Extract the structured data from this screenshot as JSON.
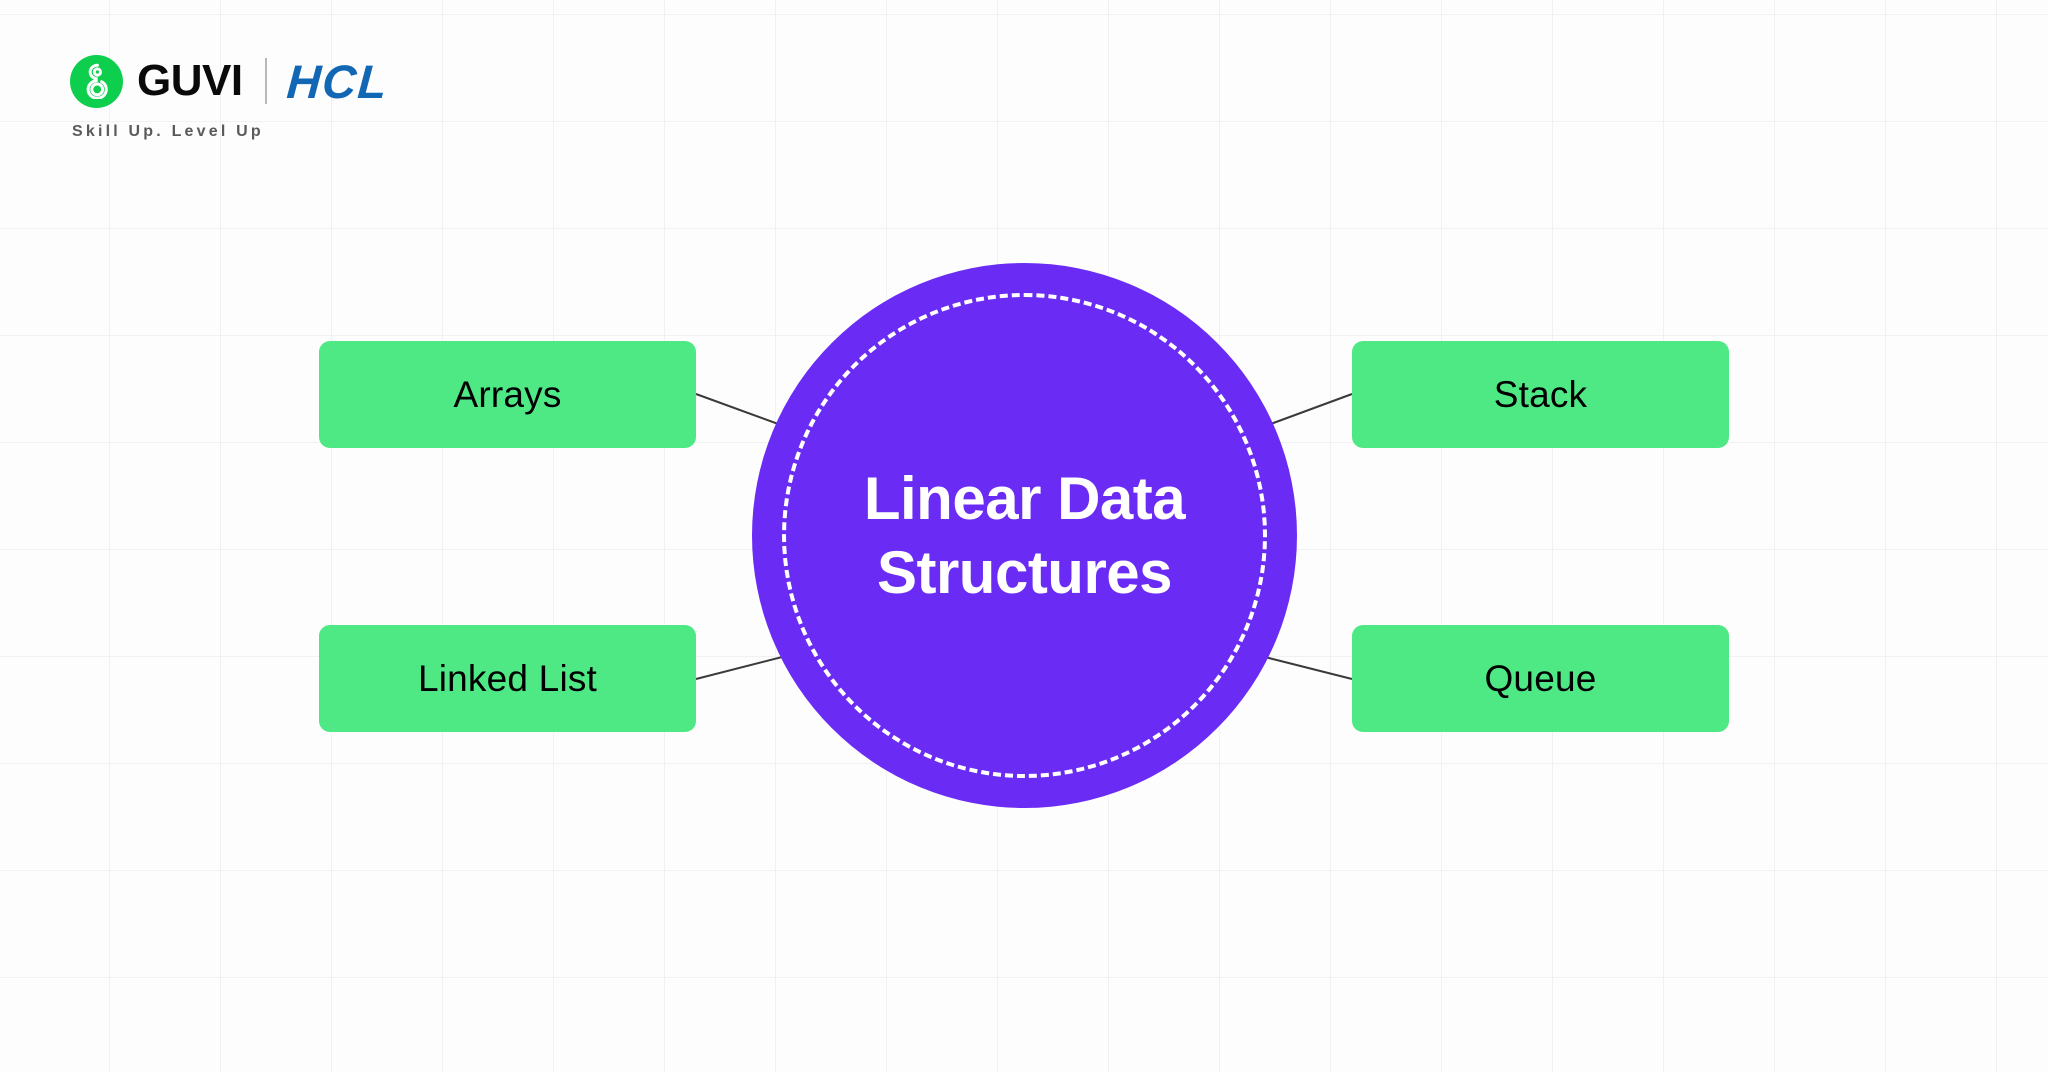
{
  "brand": {
    "logo_icon": "guvi-circle-logo-icon",
    "name": "GUVI",
    "partner": "HCL",
    "tagline": "Skill Up. Level Up",
    "colors": {
      "guvi_green": "#0ece4e",
      "hcl_blue": "#1267b4",
      "tagline_gray": "#5a5a5a"
    }
  },
  "canvas": {
    "background": "#fdfdfd",
    "grid_line_color": "#f1f1f1",
    "grid_size_px": "111x107"
  },
  "diagram": {
    "type": "mind-map",
    "center": {
      "title_line_1": "Linear Data",
      "title_line_2": "Structures",
      "full_title": "Linear Data Structures",
      "fill_color": "#6a2cf5",
      "ring_style": "dashed",
      "ring_color": "#ffffff",
      "text_color": "#ffffff"
    },
    "nodes": [
      {
        "id": "arrays",
        "label": "Arrays",
        "position": "top-left",
        "color": "#4ee884"
      },
      {
        "id": "stack",
        "label": "Stack",
        "position": "top-right",
        "color": "#4ee884"
      },
      {
        "id": "linked-list",
        "label": "Linked List",
        "position": "bottom-left",
        "color": "#4ee884"
      },
      {
        "id": "queue",
        "label": "Queue",
        "position": "bottom-right",
        "color": "#4ee884"
      }
    ],
    "connector_color": "#3a3a3a"
  }
}
